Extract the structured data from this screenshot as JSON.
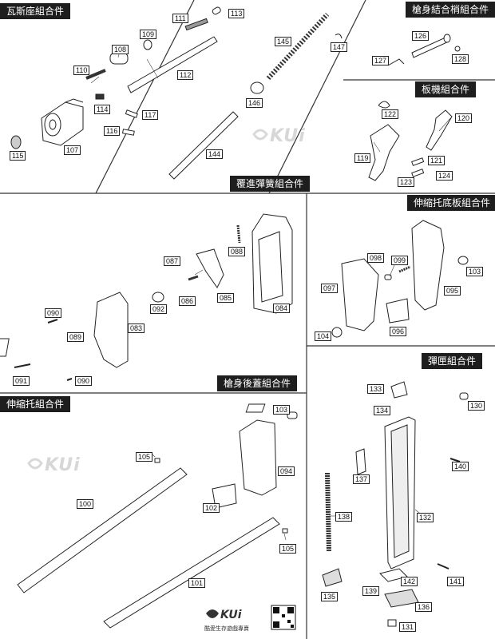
{
  "sections": {
    "s1": "瓦斯座組合件",
    "s2": "槍身結合梢組合件",
    "s3": "板機組合件",
    "s4": "覆進彈簧組合件",
    "s5": "伸縮托底板組合件",
    "s6": "槍身後蓋組合件",
    "s7": "彈匣組合件",
    "s8": "伸縮托組合件"
  },
  "watermark": "KUi",
  "footer": {
    "logo": "KUi",
    "tagline": "酷愛生存遊戲專賣"
  },
  "colors": {
    "title_bg": "#1e1e1e",
    "title_text": "#ffffff",
    "line": "#222222",
    "watermark": "#d7d7d7"
  },
  "labels": {
    "p107": "107",
    "p108": "108",
    "p109": "109",
    "p110": "110",
    "p111": "111",
    "p112": "112",
    "p113": "113",
    "p114": "114",
    "p115": "115",
    "p116": "116",
    "p117": "117",
    "p144": "144",
    "p145": "145",
    "p146": "146",
    "p147": "147",
    "p126": "126",
    "p127": "127",
    "p128": "128",
    "p119": "119",
    "p120": "120",
    "p121": "121",
    "p122": "122",
    "p123": "123",
    "p124": "124",
    "p083": "083",
    "p084": "084",
    "p085": "085",
    "p086": "086",
    "p087": "087",
    "p088": "088",
    "p089": "089",
    "p090a": "090",
    "p090b": "090",
    "p091": "091",
    "p092": "092",
    "p095": "095",
    "p096": "096",
    "p097": "097",
    "p098": "098",
    "p099": "099",
    "p103a": "103",
    "p104": "104",
    "p094": "094",
    "p100": "100",
    "p101": "101",
    "p102": "102",
    "p103b": "103",
    "p105a": "105",
    "p105b": "105",
    "p130": "130",
    "p131": "131",
    "p132": "132",
    "p133": "133",
    "p134": "134",
    "p135": "135",
    "p136": "136",
    "p137": "137",
    "p138": "138",
    "p139": "139",
    "p140": "140",
    "p141": "141",
    "p142": "142"
  }
}
